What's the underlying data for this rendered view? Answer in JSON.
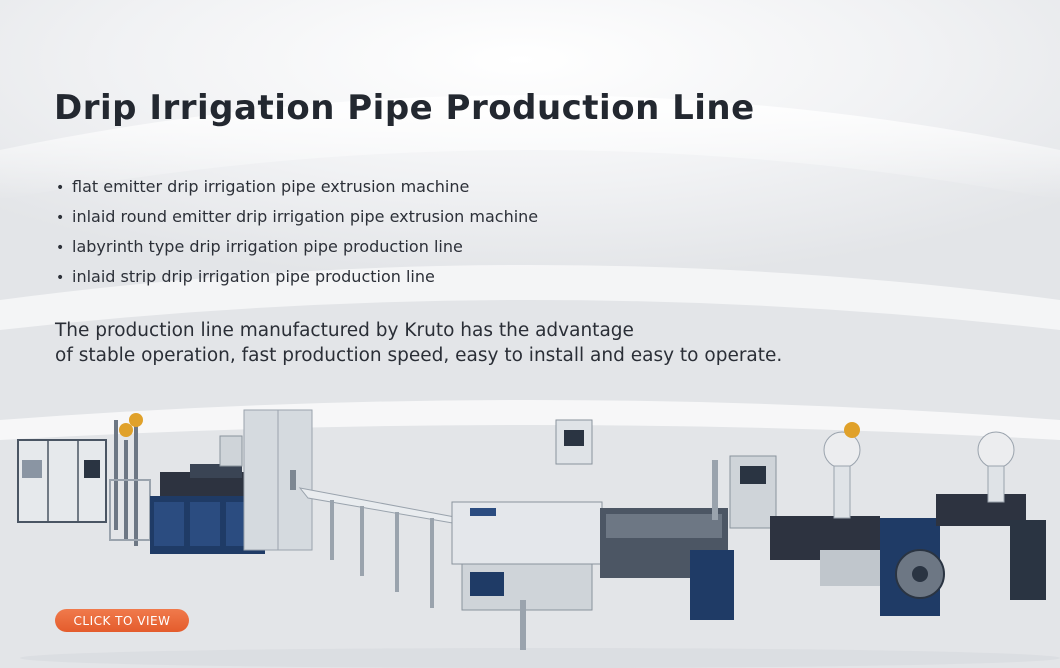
{
  "banner": {
    "title": "Drip Irrigation Pipe Production Line",
    "features": [
      "flat emitter drip irrigation pipe extrusion machine",
      "inlaid round emitter drip irrigation pipe extrusion machine",
      "labyrinth type drip irrigation pipe production line",
      "inlaid strip drip irrigation pipe production line"
    ],
    "bullet": "•",
    "description_line1": "The production line manufactured by Kruto has the advantage",
    "description_line2": "of stable operation, fast production speed, easy to install and easy to operate.",
    "cta_label": "CLICK TO VIEW"
  },
  "colors": {
    "cta": "#e8663a",
    "machine_blue": "#1f3b66",
    "machine_steel": "#c9ced4",
    "text": "#232830"
  }
}
